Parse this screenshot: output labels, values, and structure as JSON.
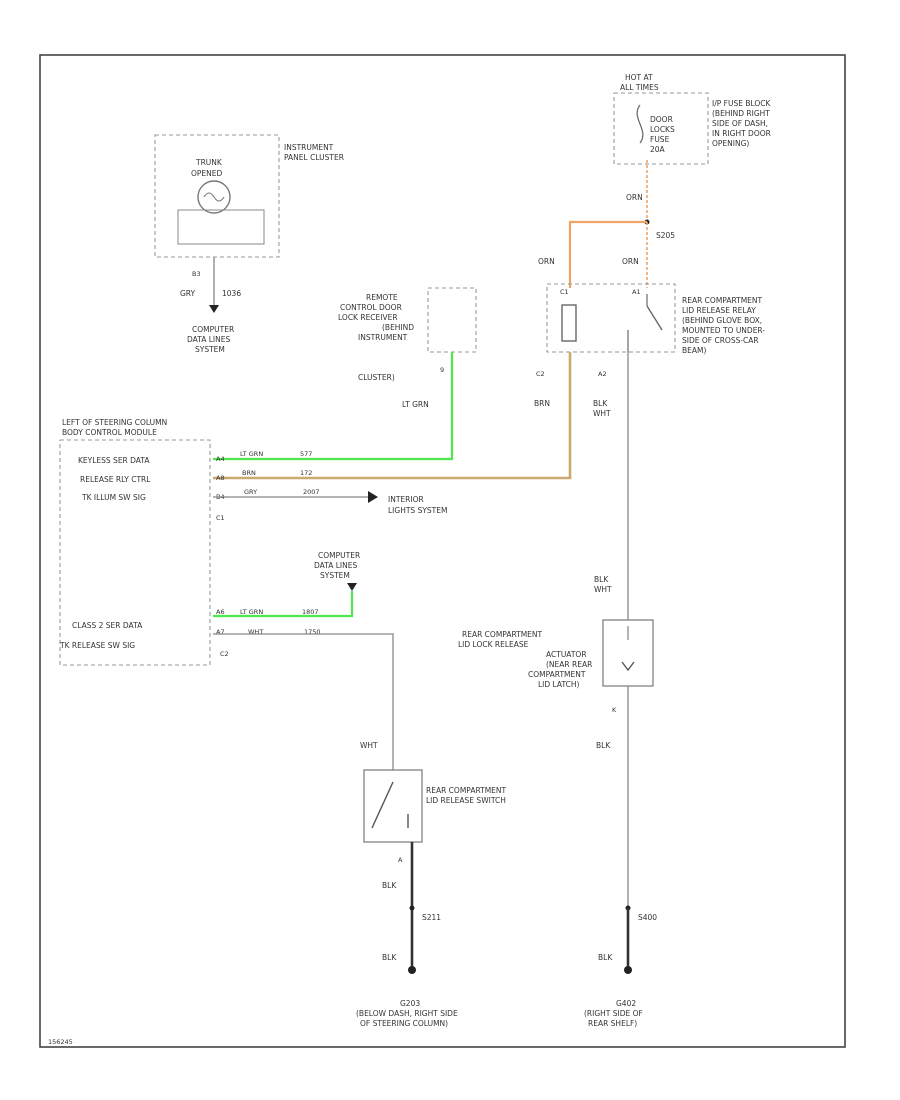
{
  "colors": {
    "frame": "#444444",
    "lt_grn": "#4ee84e",
    "orn": "#f0a565",
    "brn": "#c9a96e",
    "wht": "#cccccc",
    "ground": "#333333"
  },
  "labels": {
    "hot_at": [
      "HOT AT",
      "ALL TIMES"
    ],
    "fuse_block": [
      "I/P FUSE BLOCK",
      "(BEHIND RIGHT",
      "SIDE OF DASH,",
      "IN RIGHT DOOR",
      "OPENING)"
    ],
    "fuse": [
      "DOOR",
      "LOCKS",
      "FUSE",
      "20A"
    ],
    "ipc_title": [
      "INSTRUMENT",
      "PANEL CLUSTER"
    ],
    "trunk_lamp": [
      "TRUNK",
      "OPENED"
    ],
    "ipc_pin": "B3",
    "ipc_wire": [
      "GRY",
      "1036"
    ],
    "ipc_dest": [
      "COMPUTER",
      "DATA LINES",
      "SYSTEM"
    ],
    "rcdlr": [
      "REMOTE",
      "CONTROL DOOR",
      "LOCK RECEIVER",
      "(BEHIND",
      "INSTRUMENT",
      "CLUSTER)"
    ],
    "rcdlr_pin": "9",
    "rcdlr_wire": "LT GRN",
    "splice_orn": "ORN",
    "splice_id": "S205",
    "orn_left": "ORN",
    "orn_right": "ORN",
    "relay_title": [
      "REAR COMPARTMENT",
      "LID RELEASE RELAY",
      "(BEHIND GLOVE BOX,",
      "MOUNTED TO UNDER-",
      "SIDE OF CROSS-CAR",
      "BEAM)"
    ],
    "relay_pins": [
      "C1",
      "C2",
      "A1",
      "A2"
    ],
    "brn_wire": "BRN",
    "blk_wht_1": [
      "BLK",
      "WHT"
    ],
    "bcm_title": [
      "LEFT OF STEERING COLUMN",
      "BODY CONTROL MODULE"
    ],
    "bcm_rows": [
      {
        "func": "KEYLESS SER DATA",
        "pin": "A4",
        "color": "LT GRN",
        "circuit": "577"
      },
      {
        "func": "RELEASE RLY CTRL",
        "pin": "A8",
        "color": "BRN",
        "circuit": "172"
      },
      {
        "func": "TK ILLUM SW SIG",
        "pin": "B4",
        "color": "GRY",
        "circuit": "2007"
      }
    ],
    "bcm_c1": "C1",
    "interior_lights": [
      "INTERIOR",
      "LIGHTS SYSTEM"
    ],
    "bcm_rows2": [
      {
        "func": "CLASS 2 SER DATA",
        "pin": "A6",
        "color": "LT GRN",
        "circuit": "1807"
      },
      {
        "func": "TK RELEASE SW SIG",
        "pin": "A7",
        "color": "WHT",
        "circuit": "1750"
      }
    ],
    "bcm_c2": "C2",
    "computer_data2": [
      "COMPUTER",
      "DATA LINES",
      "SYSTEM"
    ],
    "blk_wht_2": [
      "BLK",
      "WHT"
    ],
    "actuator": [
      "REAR COMPARTMENT",
      "LID LOCK RELEASE",
      "ACTUATOR",
      "(NEAR REAR",
      "COMPARTMENT",
      "LID LATCH)"
    ],
    "actuator_pin": "K",
    "blk_act": "BLK",
    "wht_sw": "WHT",
    "switch_title": [
      "REAR COMPARTMENT",
      "LID RELEASE SWITCH"
    ],
    "switch_pin": "A",
    "blk_sw": "BLK",
    "s211": "S211",
    "blk_g": "BLK",
    "g203": [
      "G203",
      "(BELOW DASH, RIGHT SIDE",
      "OF STEERING COLUMN)"
    ],
    "s400": "S400",
    "blk_g2": "BLK",
    "g402": [
      "G402",
      "(RIGHT SIDE OF",
      "REAR SHELF)"
    ],
    "fig_id": "156245"
  }
}
